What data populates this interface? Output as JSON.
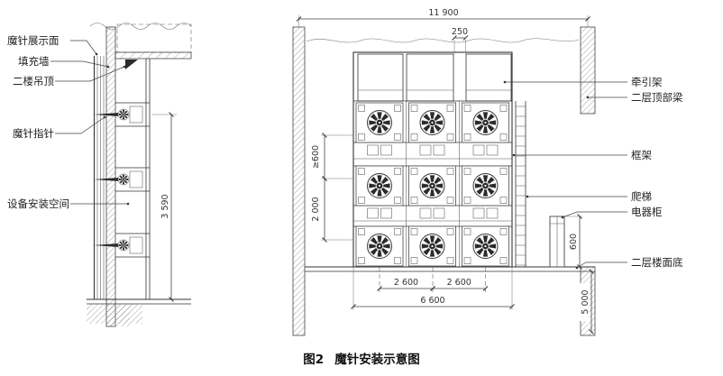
{
  "figure": {
    "number": "图2",
    "title": "魔针安装示意图"
  },
  "left_view": {
    "labels": {
      "display_face": "魔针展示面",
      "infill_wall": "填充墙",
      "second_floor_ceiling": "二楼吊顶",
      "needle_pointer": "魔针指针",
      "equipment_space": "设备安装空间"
    },
    "dims": {
      "space_height": "3 590"
    }
  },
  "right_view": {
    "labels": {
      "traction_frame": "牵引架",
      "second_floor_top_beam": "二层顶部梁",
      "frame": "框架",
      "ladder": "爬梯",
      "electrical_cabinet": "电器柜",
      "second_floor_slab_bottom": "二层楼面底"
    },
    "dims": {
      "overall_width": "11 900",
      "needle_gap": "250",
      "min_clearance": "≥600",
      "row_pitch": "2 000",
      "column_pitch_left": "2 600",
      "column_pitch_right": "2 600",
      "frame_width": "6 600",
      "cabinet_height": "600",
      "floor_height": "5 000"
    }
  },
  "colors": {
    "ink": "#333333",
    "hatch": "#8a8a8a",
    "paper": "#ffffff"
  }
}
